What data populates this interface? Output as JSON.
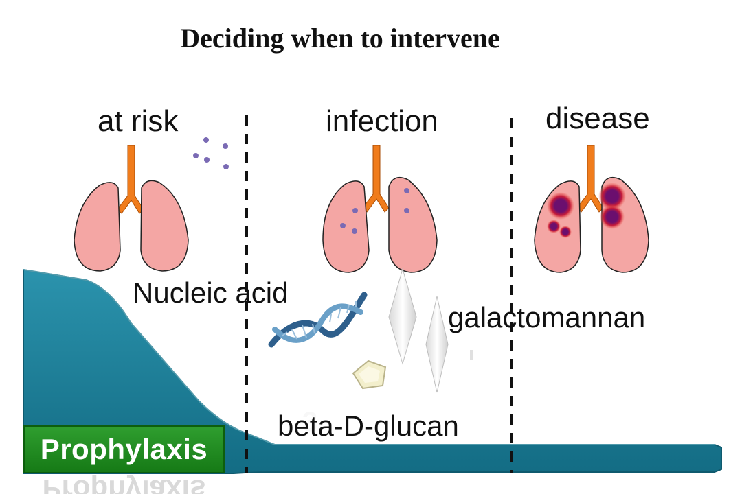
{
  "title": "Deciding when to intervene",
  "stages": {
    "at_risk": "at risk",
    "infection": "infection",
    "disease": "disease"
  },
  "markers": {
    "nucleic_acid": "Nucleic acid",
    "galactomannan": "galactomannan",
    "beta_d_glucan": "beta-D-glucan"
  },
  "prophylaxis": "Prophylaxis",
  "colors": {
    "lung_fill": "#f4a6a4",
    "trachea": "#f07c1c",
    "spore": "#7a6ab4",
    "lesion": "#6b0f6e",
    "curve": "#1a7f9a",
    "prophylaxis_box": "#1f8c1f"
  }
}
